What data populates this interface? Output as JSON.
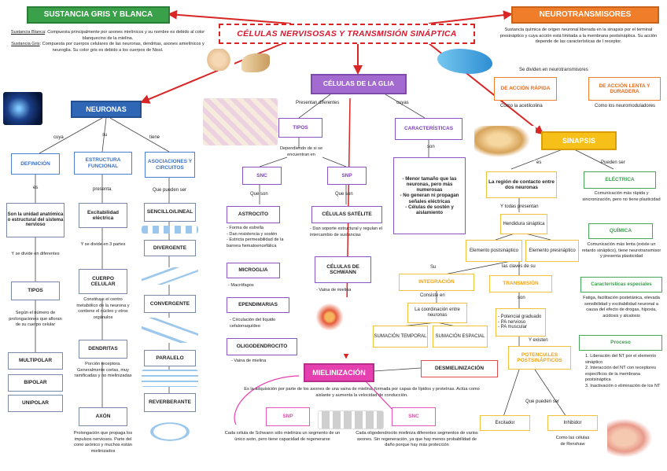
{
  "title": "CÉLULAS NERVISOSAS Y TRANSMISIÓN SINÁPTICA",
  "sustancia": {
    "header": "SUSTANCIA GRIS Y BLANCA",
    "blanca_term": "Sustancia Blanca",
    "blanca_text": ": Compuesta principalmente por axones mielínicos y su nombre es debido al color blanquecino de la mielina.",
    "gris_term": "Sustancia Gris",
    "gris_text": ": Compuesta por cuerpos celulares de las neuronas, dendritas, axones amielínicos y neuroglia. Su color gris es debido a los cuerpos de Nissl."
  },
  "neurotransmisores": {
    "header": "NEUROTRANSMISORES",
    "text": "Sustancia química de origen neuronal liberada en la sinapsis por el terminal presináptico y cuya acción está limitada a la membrana postsináptica. Su acción depende de las características de l receptor.",
    "divide": "Se dividen en neurotransmisores",
    "rapida": "DE ACCIÓN RÁPIDA",
    "lenta": "DE ACCIÓN LENTA Y DURADERA",
    "rapida_ex": "Como la acetilcolina",
    "lenta_ex": "Como los neuromoduladores"
  },
  "neuronas": {
    "header": "NEURONAS",
    "link_cuya": "cuya",
    "link_su": "su",
    "link_tiene": "tiene",
    "definicion": "DEFINICIÓN",
    "es": "es",
    "def_text": "Son la unidad anatómica o estructural del sistema nervioso",
    "divide": "Y se divide en diferentes",
    "tipos": "TIPOS",
    "tipos_text": "Según el número de prolongaciones que afloran de su cuerpo celular",
    "multipolar": "MULTIPOLAR",
    "bipolar": "BIPOLAR",
    "unipolar": "UNIPOLAR",
    "estructura": "ESTRUCTURA FUNCIONAL",
    "presenta": "presenta",
    "excitabilidad": "Excitabilidad eléctrica",
    "divide3": "Y se divide en 3 partes",
    "cuerpo": "CUERPO CELULAR",
    "cuerpo_text": "Constituye el centro metabólico de la neurona y contiene el núcleo y otros orgánulos",
    "dendritas": "DENDRITAS",
    "dendritas_text": "Porción receptora. Generalmente cortas, muy ramificadas y no mielinizadas",
    "axon": "AXÓN",
    "axon_text": "Prolongación que propaga los impulsos nerviosos. Parte del cono axónico y muchos están mielinizados",
    "asociaciones": "ASOCIACIONES Y CIRCUITOS",
    "pueden_ser": "Que pueden ser",
    "sencillo": "SENCILLO/LINEAL",
    "divergente": "DIVERGENTE",
    "convergente": "CONVERGENTE",
    "paralelo": "PARALELO",
    "reverberante": "REVERBERANTE"
  },
  "glia": {
    "header": "CÉLULAS DE LA GLIA",
    "presentan": "Presentan diferentes",
    "cuyas": "cuyas",
    "tipos": "TIPOS",
    "dependiendo": "Dependiendo de si se encuentran en",
    "snc": "SNC",
    "snp": "SNP",
    "son_snc": "Que son",
    "son_snp": "Que son",
    "astrocito": "ASTROCITO",
    "astrocito_text": "- Forma de estrella\n- Dan resistencia y sostén\n- Estricta permeabilidad de la barrera hematoencefálica",
    "microglia": "MICROGLIA",
    "microglia_text": "- Macrófagos",
    "ependimarias": "EPENDIMARIAS",
    "ependimarias_text": "- Circulación del líquido cefalorraquídeo",
    "oligodendrocito": "OLIGODENDROCITO",
    "oligodendrocito_text": "- Vaina de mielina",
    "satelite": "CÉLULAS SATÉLITE",
    "satelite_text": "- Dan soporte estructural y regulan el intercambio de sustancias",
    "schwann": "CÉLULAS DE SCHWANN",
    "schwann_text": "- Vaina de mielina",
    "caracteristicas": "CARACTERÍSTICAS",
    "son": "son",
    "caract_text": "- Menor tamaño que las neuronas, pero más numerosas\n- No generan ni propagan señales eléctricas\n- Células de sostén y aislamiento"
  },
  "mielinizacion": {
    "header": "MIELINIZACIÓN",
    "desmielinizacion": "DESMIELINIZACIÓN",
    "text": "Es la adquisición por parte de los axones de una vaina de mielina, formada por capas de lípidos y proteínas. Actúa como aislante y aumenta la velocidad de conducción.",
    "snp": "SNP",
    "snc": "SNC",
    "snp_text": "Cada célula de Schwann sólo mieliniza un segmento de un único axón, pero tiene capacidad de regenerarse",
    "snc_text": "Cada oligodendrocito mieliniza diferentes segmentos de varios axones. Sin regeneración, ya que hay menos probabilidad de daño porque hay más protección"
  },
  "sinapsis": {
    "header": "SINAPSIS",
    "es": "es",
    "pueden_ser": "Pueden ser",
    "region": "La región de contacto entre dos neuronas",
    "presentan": "Y todas presentan",
    "hendidura": "Hendidura sináptica",
    "presinaptico": "Elemento postsináptico",
    "postsinaptico": "Elemento presináptico",
    "claves": "las claves de su",
    "su": "Su",
    "integracion": "INTEGRACIÓN",
    "consiste": "Consiste en",
    "suma": "La coordinación entre neuronas",
    "temporal": "SUMACIÓN TEMPORAL",
    "espacial": "SUMACIÓN ESPACIAL",
    "transmision": "TRANSMISIÓN",
    "son": "son",
    "transmision_text": "- Potencial graduado\n- PA nervioso\n- PA muscular",
    "existen": "Y existen",
    "potenciales": "POTENCIALES POSTSINÁPTICOS",
    "que_pueden": "Que pueden ser",
    "excitador": "Excitador",
    "inhibidor": "Inhibidor",
    "renshaw": "Como las células de Renshaw",
    "electrica": "ELÉCTRICA",
    "electrica_text": "Comunicación más rápida y sincronización, pero no tiene plasticidad",
    "quimica": "QUÍMICA",
    "quimica_text": "Comunicación más lenta (existe un retardo sináptico), tiene neurotransmisor y presenta plasticidad",
    "especiales": "Características especiales",
    "especiales_text": "Fatiga, facilitación postetánica, elevada sensibilidad y excitabilidad neuronal a causa del efecto de drogas, hipoxia, acidosis y alcalosis",
    "proceso": "Proceso",
    "proceso_text": "1. Liberación del NT por el elemento sináptico\n2. Interacción del NT con receptores específicos de la membrana postsináptica\n3. Inactivación o eliminación de los NT"
  }
}
